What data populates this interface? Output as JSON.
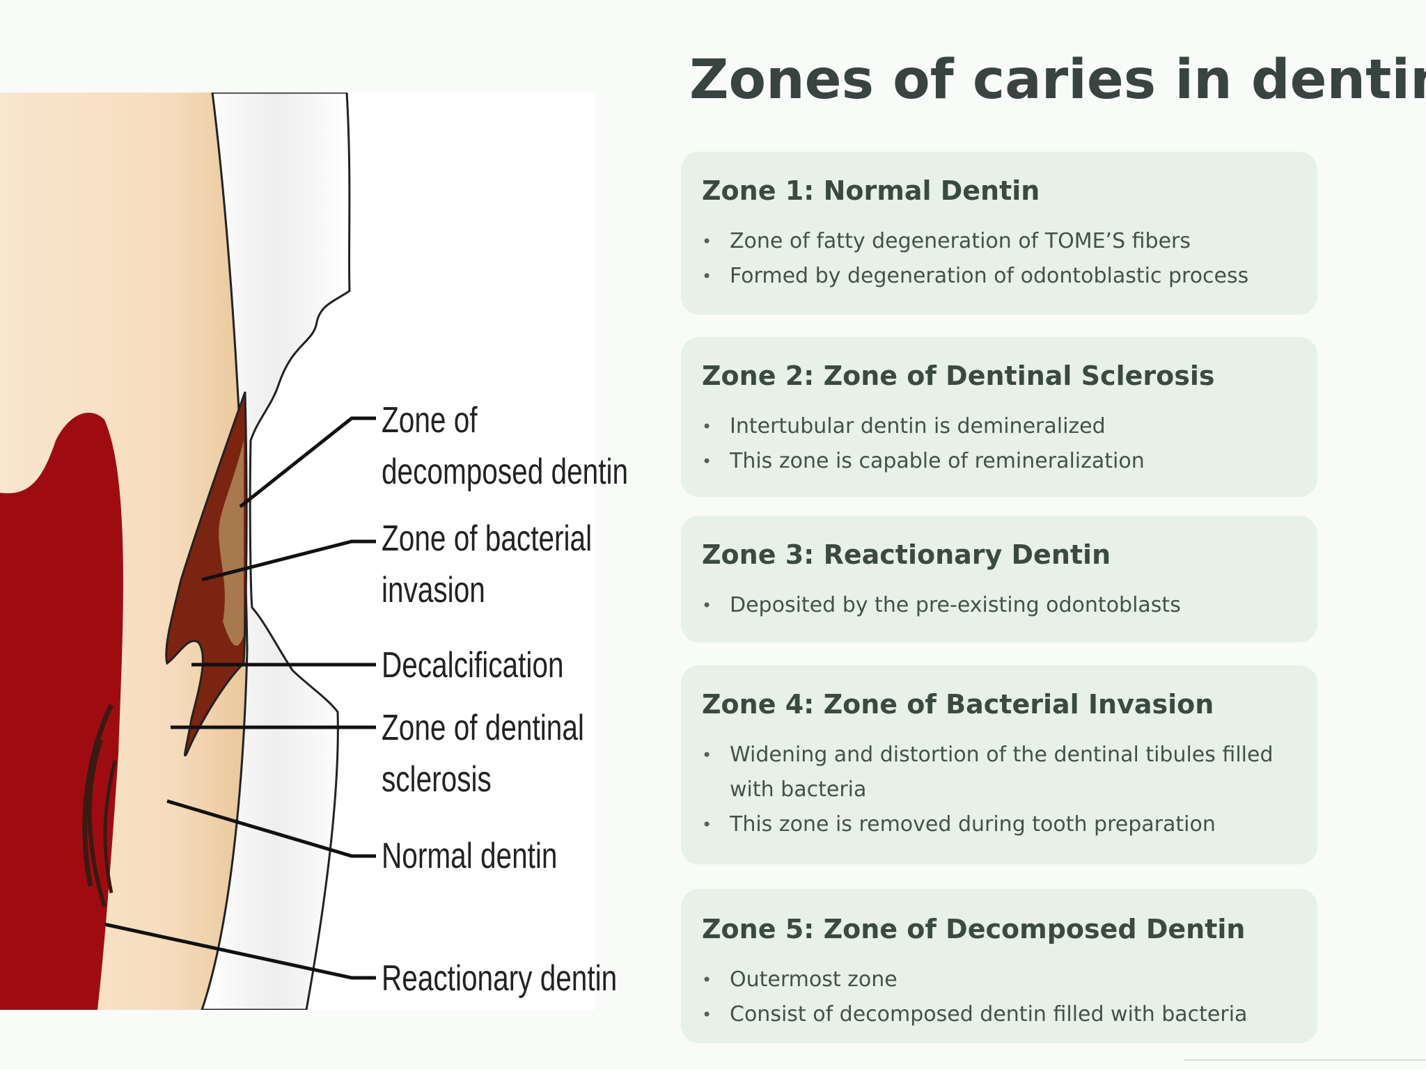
{
  "title": "Zones of caries in dentin",
  "diagram": {
    "labels": {
      "decomposed": [
        "Zone of",
        "decomposed dentin"
      ],
      "bacterial": [
        "Zone of bacterial",
        "invasion"
      ],
      "decalcification": [
        "Decalcification"
      ],
      "sclerosis": [
        "Zone of dentinal",
        "sclerosis"
      ],
      "normal": [
        "Normal dentin"
      ],
      "reactionary": [
        "Reactionary dentin"
      ]
    }
  },
  "zones": [
    {
      "heading": "Zone 1: Normal Dentin",
      "bullets": [
        "Zone of fatty degeneration of TOME’S fibers",
        "Formed by degeneration of odontoblastic process"
      ]
    },
    {
      "heading": "Zone 2: Zone of Dentinal Sclerosis",
      "bullets": [
        "Intertubular dentin is demineralized",
        "This zone is capable of remineralization"
      ]
    },
    {
      "heading": "Zone 3: Reactionary Dentin",
      "bullets": [
        "Deposited by the pre-existing odontoblasts"
      ]
    },
    {
      "heading": "Zone 4: Zone of Bacterial  Invasion",
      "bullets": [
        "Widening and distortion of the dentinal tibules filled with bacteria",
        "This zone is removed during tooth preparation"
      ]
    },
    {
      "heading": "Zone 5: Zone of Decomposed  Dentin",
      "bullets": [
        "Outermost zone",
        "Consist of decomposed dentin filled with bacteria"
      ]
    }
  ]
}
